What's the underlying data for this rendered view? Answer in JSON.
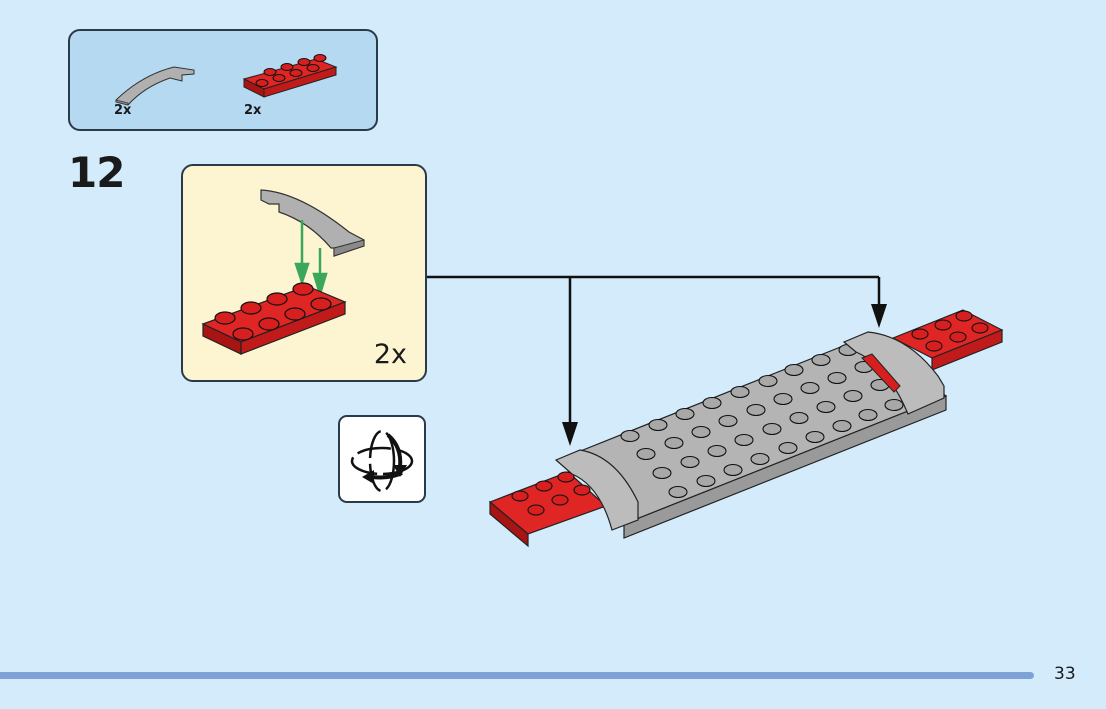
{
  "parts_callout": {
    "items": [
      {
        "part": "light-gray-curved-slope-1x4",
        "color": "#b0b0b0",
        "qty": "2x"
      },
      {
        "part": "red-plate-2x4",
        "color": "#d81f1f",
        "qty": "2x"
      }
    ]
  },
  "step": {
    "number": "12",
    "subassembly_qty": "2x",
    "rotate_icon": "rotate-model-icon"
  },
  "colors": {
    "background": "#d3ebfa",
    "parts_box": "#b5d9f1",
    "subassembly_box": "#fdf5d2",
    "red_brick": "#d81f1f",
    "gray_brick": "#b0b0b0",
    "green_arrow": "#3aa75a",
    "footer_bar": "#7da2d6"
  },
  "footer": {
    "page_number": "33"
  }
}
